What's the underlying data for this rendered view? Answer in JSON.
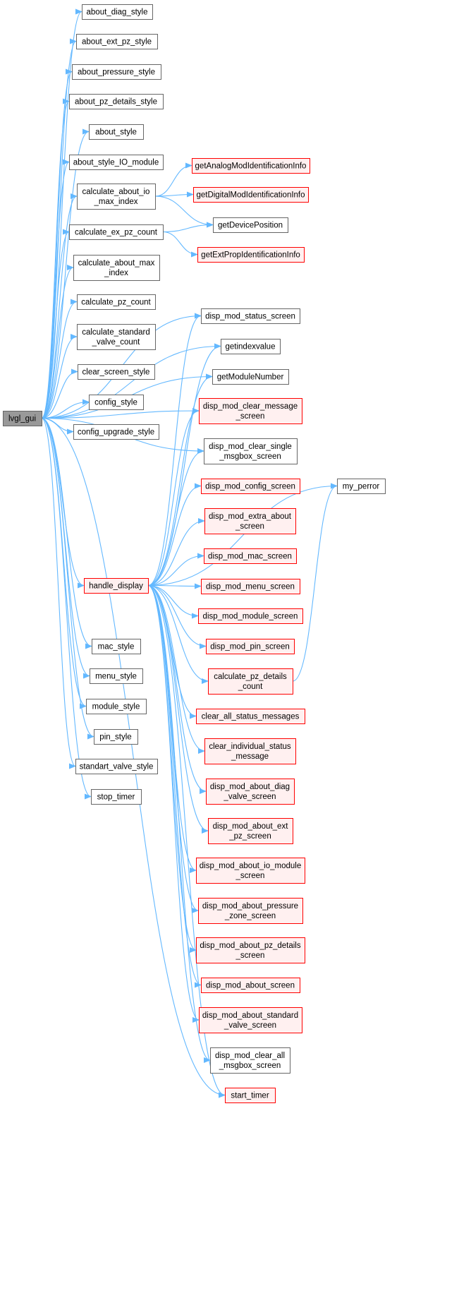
{
  "colors": {
    "edge": "#63b8ff",
    "root_fill": "#999999",
    "root_border": "#666666",
    "node_fill": "#ffffff",
    "node_border": "#666666",
    "red_fill": "#fff0f0",
    "red_border": "#ff0000"
  },
  "nodes": {
    "lvgl_gui": "lvgl_gui",
    "about_diag_style": "about_diag_style",
    "about_ext_pz_style": "about_ext_pz_style",
    "about_pressure_style": "about_pressure_style",
    "about_pz_details_style": "about_pz_details_style",
    "about_style": "about_style",
    "about_style_IO_module": "about_style_IO_module",
    "calculate_about_io_max_index": [
      "calculate_about_io",
      "_max_index"
    ],
    "calculate_ex_pz_count": "calculate_ex_pz_count",
    "calculate_about_max_index": [
      "calculate_about_max",
      "_index"
    ],
    "calculate_pz_count": "calculate_pz_count",
    "calculate_standard_valve_count": [
      "calculate_standard",
      "_valve_count"
    ],
    "clear_screen_style": "clear_screen_style",
    "config_style": "config_style",
    "config_upgrade_style": "config_upgrade_style",
    "handle_display": "handle_display",
    "mac_style": "mac_style",
    "menu_style": "menu_style",
    "module_style": "module_style",
    "pin_style": "pin_style",
    "standart_valve_style": "standart_valve_style",
    "stop_timer": "stop_timer",
    "getAnalogModIdentificationInfo": "getAnalogModIdentificationInfo",
    "getDigitalModIdentificationInfo": "getDigitalModIdentificationInfo",
    "getDevicePosition": "getDevicePosition",
    "getExtPropIdentificationInfo": "getExtPropIdentificationInfo",
    "disp_mod_status_screen": "disp_mod_status_screen",
    "getindexvalue": "getindexvalue",
    "getModuleNumber": "getModuleNumber",
    "disp_mod_clear_message_screen": [
      "disp_mod_clear_message",
      "_screen"
    ],
    "disp_mod_clear_single_msgbox_screen": [
      "disp_mod_clear_single",
      "_msgbox_screen"
    ],
    "disp_mod_config_screen": "disp_mod_config_screen",
    "disp_mod_extra_about_screen": [
      "disp_mod_extra_about",
      "_screen"
    ],
    "disp_mod_mac_screen": "disp_mod_mac_screen",
    "disp_mod_menu_screen": "disp_mod_menu_screen",
    "disp_mod_module_screen": "disp_mod_module_screen",
    "disp_mod_pin_screen": "disp_mod_pin_screen",
    "calculate_pz_details_count": [
      "calculate_pz_details",
      "_count"
    ],
    "clear_all_status_messages": "clear_all_status_messages",
    "clear_individual_status_message": [
      "clear_individual_status",
      "_message"
    ],
    "disp_mod_about_diag_valve_screen": [
      "disp_mod_about_diag",
      "_valve_screen"
    ],
    "disp_mod_about_ext_pz_screen": [
      "disp_mod_about_ext",
      "_pz_screen"
    ],
    "disp_mod_about_io_module_screen": [
      "disp_mod_about_io_module",
      "_screen"
    ],
    "disp_mod_about_pressure_zone_screen": [
      "disp_mod_about_pressure",
      "_zone_screen"
    ],
    "disp_mod_about_pz_details_screen": [
      "disp_mod_about_pz_details",
      "_screen"
    ],
    "disp_mod_about_screen": "disp_mod_about_screen",
    "disp_mod_about_standard_valve_screen": [
      "disp_mod_about_standard",
      "_valve_screen"
    ],
    "disp_mod_clear_all_msgbox_screen": [
      "disp_mod_clear_all",
      "_msgbox_screen"
    ],
    "start_timer": "start_timer",
    "my_perror": "my_perror"
  },
  "node_styles": {
    "lvgl_gui": "root",
    "handle_display": "red",
    "getAnalogModIdentificationInfo": "red",
    "getDigitalModIdentificationInfo": "red",
    "getExtPropIdentificationInfo": "red",
    "disp_mod_clear_message_screen": "red",
    "disp_mod_config_screen": "red",
    "disp_mod_extra_about_screen": "red",
    "disp_mod_mac_screen": "red",
    "disp_mod_menu_screen": "red",
    "disp_mod_module_screen": "red",
    "disp_mod_pin_screen": "red",
    "calculate_pz_details_count": "red",
    "clear_all_status_messages": "red",
    "clear_individual_status_message": "red",
    "disp_mod_about_diag_valve_screen": "red",
    "disp_mod_about_ext_pz_screen": "red",
    "disp_mod_about_io_module_screen": "red",
    "disp_mod_about_pressure_zone_screen": "red",
    "disp_mod_about_pz_details_screen": "red",
    "disp_mod_about_screen": "red",
    "disp_mod_about_standard_valve_screen": "red",
    "start_timer": "red"
  },
  "edges": [
    [
      "lvgl_gui",
      "about_diag_style"
    ],
    [
      "lvgl_gui",
      "about_ext_pz_style"
    ],
    [
      "lvgl_gui",
      "about_pressure_style"
    ],
    [
      "lvgl_gui",
      "about_pz_details_style"
    ],
    [
      "lvgl_gui",
      "about_style"
    ],
    [
      "lvgl_gui",
      "about_style_IO_module"
    ],
    [
      "lvgl_gui",
      "calculate_about_io_max_index"
    ],
    [
      "lvgl_gui",
      "calculate_ex_pz_count"
    ],
    [
      "lvgl_gui",
      "calculate_about_max_index"
    ],
    [
      "lvgl_gui",
      "calculate_pz_count"
    ],
    [
      "lvgl_gui",
      "calculate_standard_valve_count"
    ],
    [
      "lvgl_gui",
      "clear_screen_style"
    ],
    [
      "lvgl_gui",
      "config_style"
    ],
    [
      "lvgl_gui",
      "config_upgrade_style"
    ],
    [
      "lvgl_gui",
      "disp_mod_status_screen"
    ],
    [
      "lvgl_gui",
      "getindexvalue"
    ],
    [
      "lvgl_gui",
      "getModuleNumber"
    ],
    [
      "lvgl_gui",
      "disp_mod_clear_message_screen"
    ],
    [
      "lvgl_gui",
      "disp_mod_clear_single_msgbox_screen"
    ],
    [
      "lvgl_gui",
      "handle_display"
    ],
    [
      "lvgl_gui",
      "start_timer"
    ],
    [
      "lvgl_gui",
      "mac_style"
    ],
    [
      "lvgl_gui",
      "menu_style"
    ],
    [
      "lvgl_gui",
      "module_style"
    ],
    [
      "lvgl_gui",
      "pin_style"
    ],
    [
      "lvgl_gui",
      "standart_valve_style"
    ],
    [
      "lvgl_gui",
      "stop_timer"
    ],
    [
      "calculate_about_io_max_index",
      "getAnalogModIdentificationInfo"
    ],
    [
      "calculate_about_io_max_index",
      "getDigitalModIdentificationInfo"
    ],
    [
      "calculate_about_io_max_index",
      "getDevicePosition"
    ],
    [
      "calculate_ex_pz_count",
      "getDevicePosition"
    ],
    [
      "calculate_ex_pz_count",
      "getExtPropIdentificationInfo"
    ],
    [
      "handle_display",
      "disp_mod_status_screen"
    ],
    [
      "handle_display",
      "getindexvalue"
    ],
    [
      "handle_display",
      "getModuleNumber"
    ],
    [
      "handle_display",
      "disp_mod_clear_message_screen"
    ],
    [
      "handle_display",
      "disp_mod_clear_single_msgbox_screen"
    ],
    [
      "handle_display",
      "disp_mod_config_screen"
    ],
    [
      "handle_display",
      "disp_mod_extra_about_screen"
    ],
    [
      "handle_display",
      "disp_mod_mac_screen"
    ],
    [
      "handle_display",
      "disp_mod_menu_screen"
    ],
    [
      "handle_display",
      "disp_mod_module_screen"
    ],
    [
      "handle_display",
      "disp_mod_pin_screen"
    ],
    [
      "handle_display",
      "calculate_pz_details_count"
    ],
    [
      "handle_display",
      "clear_all_status_messages"
    ],
    [
      "handle_display",
      "clear_individual_status_message"
    ],
    [
      "handle_display",
      "disp_mod_about_diag_valve_screen"
    ],
    [
      "handle_display",
      "disp_mod_about_ext_pz_screen"
    ],
    [
      "handle_display",
      "disp_mod_about_io_module_screen"
    ],
    [
      "handle_display",
      "disp_mod_about_pressure_zone_screen"
    ],
    [
      "handle_display",
      "disp_mod_about_pz_details_screen"
    ],
    [
      "handle_display",
      "disp_mod_about_screen"
    ],
    [
      "handle_display",
      "disp_mod_about_standard_valve_screen"
    ],
    [
      "handle_display",
      "disp_mod_clear_all_msgbox_screen"
    ],
    [
      "handle_display",
      "start_timer"
    ],
    [
      "handle_display",
      "my_perror"
    ],
    [
      "calculate_pz_details_count",
      "my_perror"
    ]
  ]
}
